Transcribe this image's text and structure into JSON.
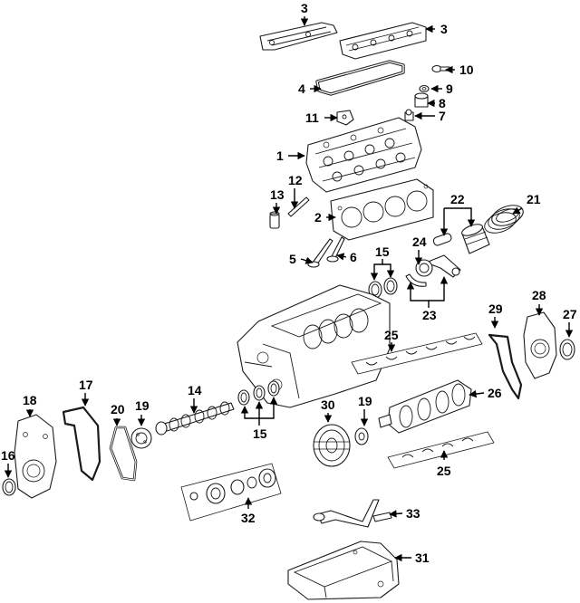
{
  "callouts": {
    "c3a": "3",
    "c3b": "3",
    "c10": "10",
    "c4": "4",
    "c9": "9",
    "c8": "8",
    "c11": "11",
    "c7": "7",
    "c1": "1",
    "c12": "12",
    "c13": "13",
    "c2": "2",
    "c22": "22",
    "c21": "21",
    "c24": "24",
    "c15a": "15",
    "c5": "5",
    "c6": "6",
    "c23": "23",
    "c28": "28",
    "c29": "29",
    "c27": "27",
    "c25a": "25",
    "c17": "17",
    "c18": "18",
    "c14": "14",
    "c19a": "19",
    "c20": "20",
    "c30": "30",
    "c19b": "19",
    "c26": "26",
    "c15b": "15",
    "c16": "16",
    "c25b": "25",
    "c32": "32",
    "c33": "33",
    "c31": "31"
  },
  "colors": {
    "line": "#1a1a1a",
    "background": "#ffffff"
  }
}
